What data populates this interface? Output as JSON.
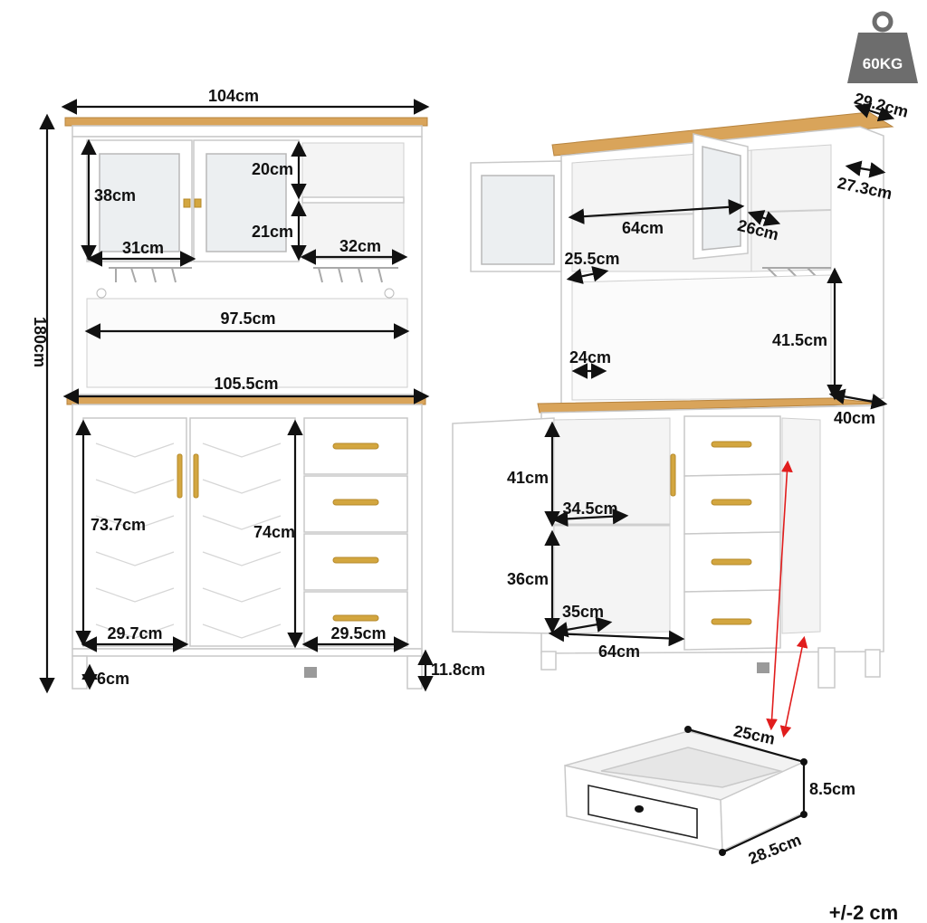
{
  "weight": "60KG",
  "tolerance": "+/-2 cm",
  "front_view": {
    "width_top": "104cm",
    "height_total": "180cm",
    "hutch_door_height": "38cm",
    "hutch_door_width": "31cm",
    "shelf_upper": "20cm",
    "shelf_lower": "21cm",
    "shelf_width": "32cm",
    "open_area_width": "97.5cm",
    "counter_width": "105.5cm",
    "door_height": "73.7cm",
    "cabinet_height": "74cm",
    "door_width": "29.7cm",
    "drawer_width": "29.5cm",
    "foot_height": "6cm",
    "base_height": "11.8cm"
  },
  "side_view": {
    "top_depth": "29.2cm",
    "hutch_depth": "27.3cm",
    "inner_width": "64cm",
    "shelf_depth": "26cm",
    "rack_gap": "25.5cm",
    "open_height": "41.5cm",
    "open_depth": "24cm",
    "base_depth": "40cm",
    "upper_compartment": "41cm",
    "shelf_span": "34.5cm",
    "lower_compartment": "36cm",
    "bottom_depth": "35cm",
    "base_inner_width": "64cm"
  },
  "drawer": {
    "depth": "25cm",
    "height": "8.5cm",
    "width": "28.5cm"
  },
  "icons": [
    "weight-icon"
  ],
  "colors": {
    "wood": "#d9a45a",
    "handle": "#d3a63f",
    "arrow": "#e11d1d"
  }
}
